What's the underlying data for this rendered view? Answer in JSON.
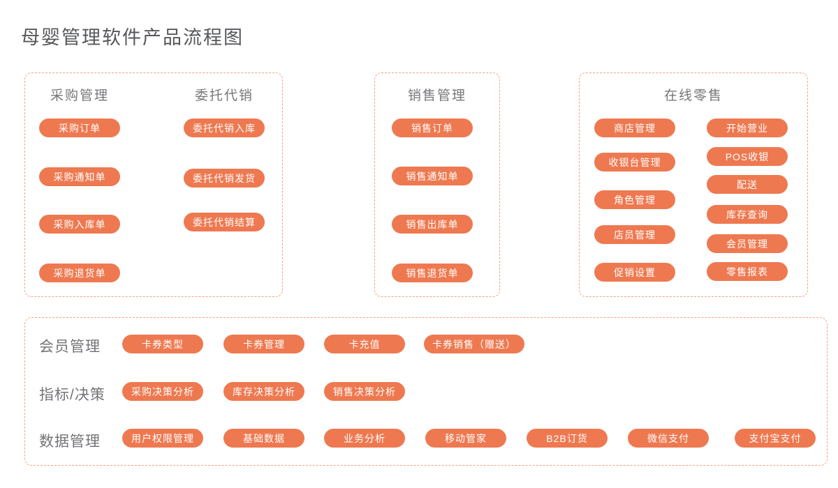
{
  "title": "母婴管理软件产品流程图",
  "colors": {
    "button_background": "#EE7950",
    "button_text": "#FFFFFF",
    "panel_dashed_border": "#F4A183",
    "heading_text": "#76777A",
    "title_text": "#56585B"
  },
  "panels": {
    "purchase": {
      "col1_header": "采购管理",
      "col2_header": "委托代销",
      "col1_buttons": [
        "采购订单",
        "采购通知单",
        "采购入库单",
        "采购退货单"
      ],
      "col2_buttons": [
        "委托代销入库",
        "委托代销发货",
        "委托代销结算"
      ]
    },
    "sales": {
      "header": "销售管理",
      "buttons": [
        "销售订单",
        "销售通知单",
        "销售出库单",
        "销售退货单"
      ]
    },
    "retail": {
      "header": "在线零售",
      "col1_buttons": [
        "商店管理",
        "收银台管理",
        "角色管理",
        "店员管理",
        "促销设置"
      ],
      "col2_buttons": [
        "开始营业",
        "POS收银",
        "配送",
        "库存查询",
        "会员管理",
        "零售报表"
      ]
    },
    "platform": {
      "rows": [
        {
          "label": "会员管理",
          "buttons": [
            "卡券类型",
            "卡券管理",
            "卡充值",
            "卡券销售（赠送）"
          ]
        },
        {
          "label": "指标/决策",
          "buttons": [
            "采购决策分析",
            "库存决策分析",
            "销售决策分析"
          ]
        },
        {
          "label": "数据管理",
          "buttons": [
            "用户权限管理",
            "基础数据",
            "业务分析",
            "移动管家",
            "B2B订货",
            "微信支付",
            "支付宝支付"
          ]
        }
      ]
    }
  }
}
